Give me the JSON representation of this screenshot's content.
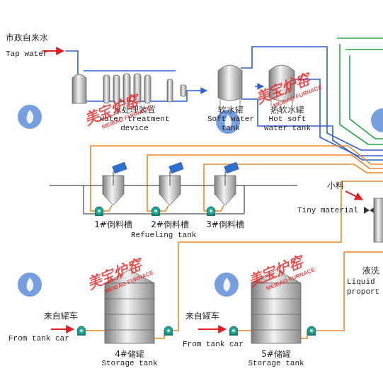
{
  "diagram": {
    "nodes": [
      {
        "text": [
          "水处理装置",
          "Water treatment device"
        ]
      },
      {
        "text": [
          "软水罐",
          "Soft water tank"
        ]
      },
      {
        "text": [
          "热软水罐",
          "Hot soft water tank"
        ]
      },
      {
        "text": [
          "1#倒料槽"
        ]
      },
      {
        "text": [
          "2#倒料槽"
        ]
      },
      {
        "text": [
          "3#倒料槽"
        ]
      },
      {
        "text": [
          "4#储罐",
          "Storage tank"
        ]
      },
      {
        "text": [
          "5#储罐",
          "Storage tank"
        ]
      }
    ],
    "edges": [
      {
        "from": 0,
        "to": 1,
        "arrow": "to"
      },
      {
        "from": 1,
        "to": 2,
        "arrow": "to"
      }
    ],
    "labels": [
      "市政自来水",
      "Tap water",
      "Refueling tank",
      "小料",
      "Tiny material",
      "来自罐车",
      "From tank car",
      "来自罐车",
      "From tank car",
      "液洗",
      "Liquid",
      "proport",
      "美宝炉窑",
      "MEIBAO FURNACE",
      "美宝炉窑",
      "MEIBAO FURNACE",
      "美宝炉窑",
      "MEIBAO FURNACE",
      "美宝炉窑",
      "MEIBAO FURNACE"
    ]
  }
}
